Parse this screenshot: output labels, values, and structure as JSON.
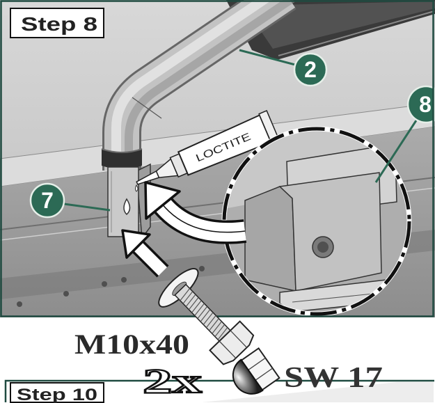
{
  "steps": {
    "current": "Step 8",
    "next": "Step 10"
  },
  "callouts": {
    "pole": "2",
    "clip": "8",
    "bracket": "7"
  },
  "tube": {
    "brand": "LOCTITE"
  },
  "hardware": {
    "bolt": "M10x40",
    "quantity": "2x",
    "wrench": "SW 17"
  },
  "colors": {
    "callout": "#2c6a55",
    "frame": "#1f4a40",
    "text": "#2a2a2a"
  }
}
